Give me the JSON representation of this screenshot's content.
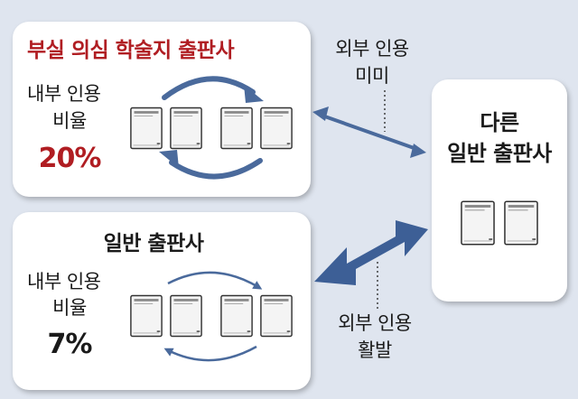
{
  "top_panel": {
    "title": "부실 의심 학술지 출판사",
    "label_line1": "내부 인용",
    "label_line2": "비율",
    "percent": "20%"
  },
  "bottom_panel": {
    "title": "일반 출판사",
    "label_line1": "내부 인용",
    "label_line2": "비율",
    "percent": "7%"
  },
  "right_panel": {
    "title_line1": "다른",
    "title_line2": "일반 출판사"
  },
  "external_top": {
    "line1": "외부 인용",
    "line2": "미미"
  },
  "external_bottom": {
    "line1": "외부 인용",
    "line2": "활발"
  },
  "colors": {
    "accent_red": "#b01d22",
    "arrow_blue": "#4a6a9c",
    "background": "#dfe5ef"
  }
}
